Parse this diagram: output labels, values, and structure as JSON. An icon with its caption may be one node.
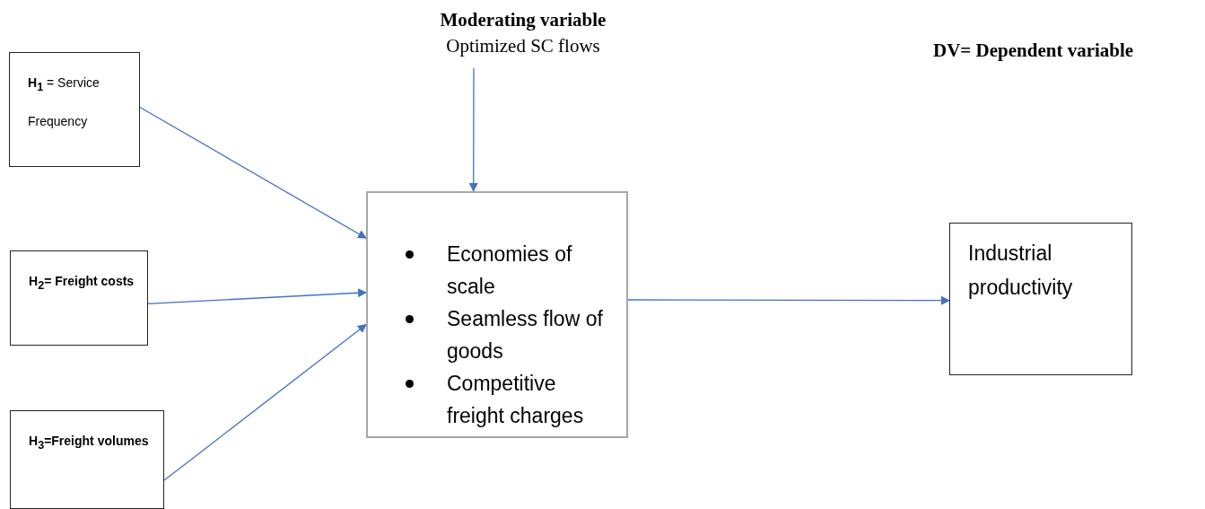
{
  "diagram": {
    "nodes": [
      {
        "text": [
          "**H$_{1}$** = Service Frequency"
        ]
      },
      {
        "text": [
          "H$_{2}$= Freight costs"
        ]
      },
      {
        "text": [
          "H$_{3}$=Freight volumes"
        ]
      },
      {
        "text": [
          "Economies of scale",
          "Seamless flow of goods",
          "Competitive freight charges"
        ]
      },
      {
        "text": [
          "Moderating variable",
          "Optimized SC flows"
        ]
      },
      {
        "text": [
          "Industrial productivity"
        ]
      }
    ],
    "edges": [
      {
        "from": 0,
        "to": 3,
        "arrow": "to"
      },
      {
        "from": 1,
        "to": 3,
        "arrow": "to"
      },
      {
        "from": 2,
        "to": 3,
        "arrow": "to"
      },
      {
        "from": 4,
        "to": 3,
        "arrow": "to"
      },
      {
        "from": 3,
        "to": 5,
        "arrow": "to"
      }
    ],
    "labels": [
      "DV= Dependent variable"
    ]
  }
}
